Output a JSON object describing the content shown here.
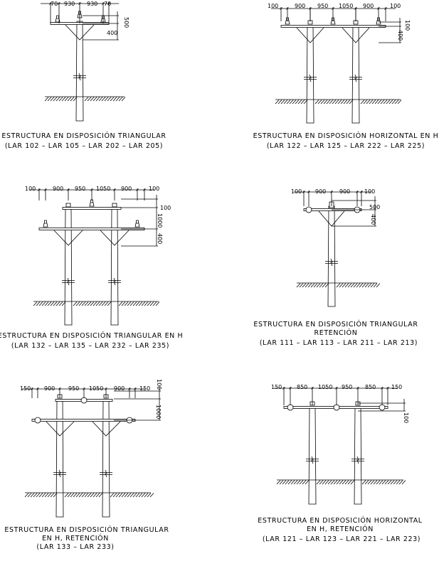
{
  "structures": [
    {
      "title": "ESTRUCTURA EN DISPOSICIÓN TRIANGULAR",
      "codes": "(LAR 102 – LAR 105 – LAR 202 – LAR 205)",
      "dims_horizontal": [
        "70",
        "930",
        "930",
        "70"
      ],
      "dims_vertical": [
        "500",
        "400"
      ]
    },
    {
      "title": "ESTRUCTURA EN DISPOSICIÓN HORIZONTAL EN H",
      "codes": "(LAR 122 – LAR 125 – LAR 222 – LAR 225)",
      "dims_horizontal": [
        "100",
        "900",
        "950",
        "1050",
        "900",
        "100"
      ],
      "dims_vertical": [
        "100",
        "400"
      ]
    },
    {
      "title": "ESTRUCTURA EN DISPOSICIÓN TRIANGULAR EN H",
      "codes": "(LAR 132 – LAR 135 – LAR 232 – LAR 235)",
      "dims_horizontal": [
        "100",
        "900",
        "950",
        "1050",
        "900",
        "100"
      ],
      "dims_vertical": [
        "100",
        "1000",
        "400"
      ]
    },
    {
      "title": "ESTRUCTURA EN DISPOSICIÓN TRIANGULAR",
      "subtitle": "RETENCIÓN",
      "codes": "(LAR 111 – LAR 113 – LAR 211 – LAR 213)",
      "dims_horizontal": [
        "100",
        "900",
        "900",
        "100"
      ],
      "dims_vertical": [
        "500",
        "400"
      ]
    },
    {
      "title": "ESTRUCTURA EN DISPOSICIÓN TRIANGULAR",
      "subtitle": "EN H, RETENCIÓN",
      "codes": "(LAR 133 – LAR 233)",
      "dims_horizontal": [
        "150",
        "900",
        "950",
        "1050",
        "900",
        "150"
      ],
      "dims_vertical": [
        "100",
        "1000"
      ]
    },
    {
      "title": "ESTRUCTURA EN DISPOSICIÓN HORIZONTAL",
      "subtitle": "EN H, RETENCIÓN",
      "codes": "(LAR 121 – LAR 123 – LAR 221 – LAR 223)",
      "dims_horizontal": [
        "150",
        "850",
        "1050",
        "950",
        "850",
        "150"
      ],
      "dims_vertical": [
        "100"
      ]
    }
  ]
}
